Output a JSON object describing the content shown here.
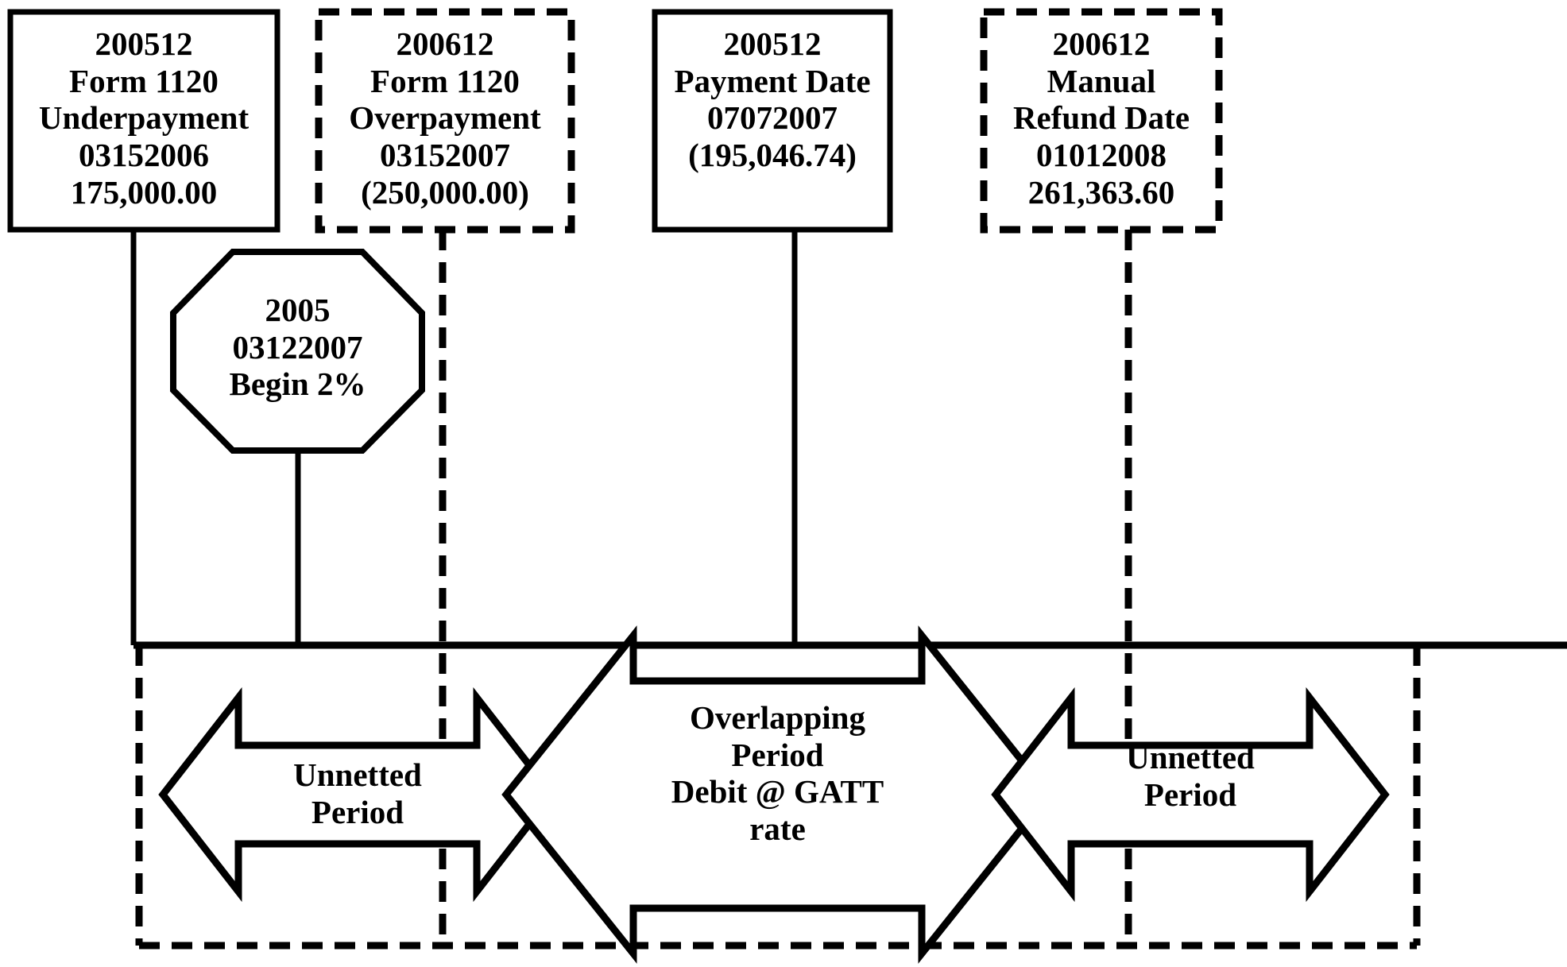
{
  "diagram": {
    "title": "Netting / Unnetted Period Interest Computation Timeline",
    "line_color": "#000000",
    "background": "#ffffff",
    "boxes": [
      {
        "id": "box-underpayment",
        "style": "solid",
        "lines": [
          "200512",
          "Form 1120",
          "Underpayment",
          "03152006",
          "175,000.00"
        ],
        "text": "200512\nForm 1120\nUnderpayment\n03152006\n175,000.00"
      },
      {
        "id": "box-overpayment",
        "style": "dashed",
        "lines": [
          "200612",
          "Form 1120",
          "Overpayment",
          "03152007",
          "(250,000.00)"
        ],
        "text": "200612\nForm 1120\nOverpayment\n03152007\n(250,000.00)"
      },
      {
        "id": "box-payment-date",
        "style": "solid",
        "lines": [
          "200512",
          "Payment Date",
          "07072007",
          "(195,046.74)"
        ],
        "text": "200512\nPayment Date\n07072007\n(195,046.74)"
      },
      {
        "id": "box-manual-refund",
        "style": "dashed",
        "lines": [
          "200612",
          "Manual",
          "Refund Date",
          "01012008",
          "261,363.60"
        ],
        "text": "200612\nManual\nRefund Date\n01012008\n261,363.60"
      }
    ],
    "octagon": {
      "id": "octagon-rate-change",
      "lines": [
        "2005",
        "03122007",
        "Begin 2%"
      ],
      "text": "2005\n03122007\nBegin 2%"
    },
    "periods": [
      {
        "id": "period-unnetted-left",
        "text": "Unnetted\nPeriod",
        "lines": [
          "Unnetted",
          "Period"
        ]
      },
      {
        "id": "period-overlapping",
        "text": "Overlapping\nPeriod\nDebit @ GATT\nrate",
        "lines": [
          "Overlapping",
          "Period",
          "Debit @ GATT",
          "rate"
        ]
      },
      {
        "id": "period-unnetted-right",
        "text": "Unnetted\nPeriod",
        "lines": [
          "Unnetted",
          "Period"
        ]
      }
    ]
  }
}
